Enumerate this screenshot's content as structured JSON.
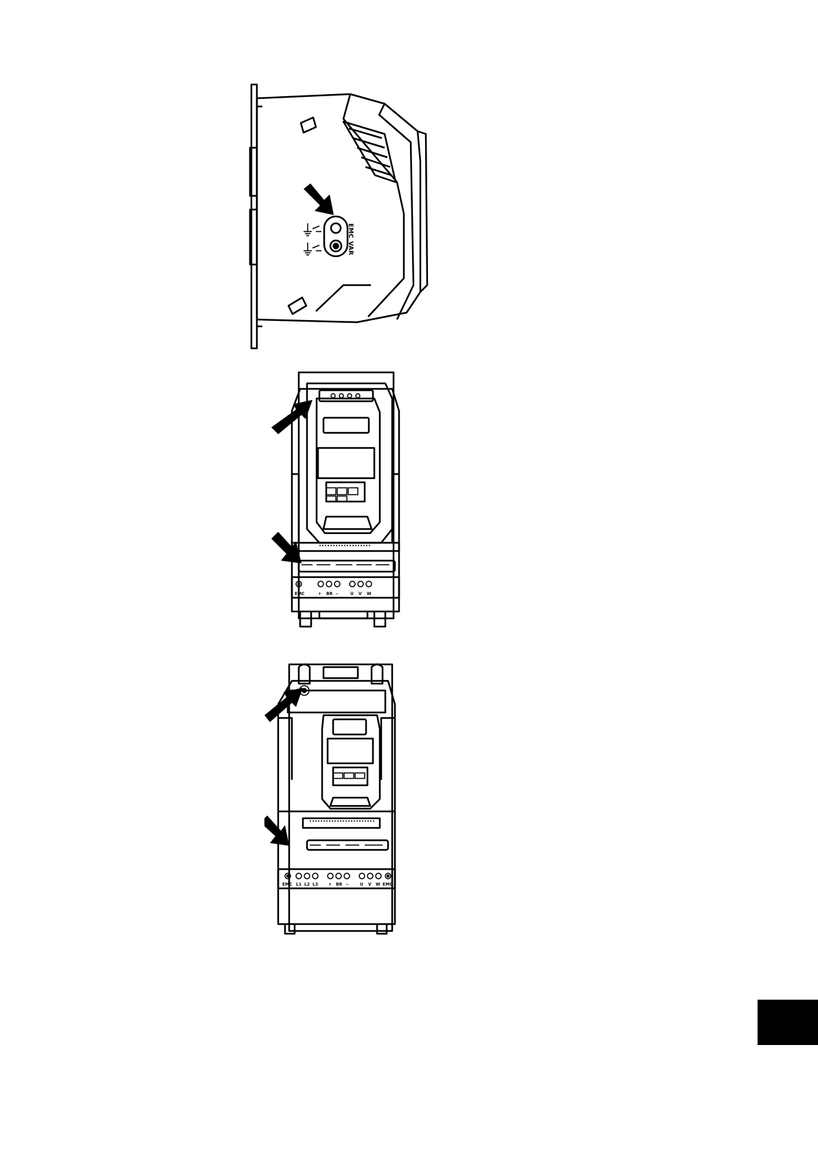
{
  "side_view": {
    "emc_label": "EMC",
    "var_label": "VAR"
  },
  "front_view_small": {
    "terminals": [
      "EMC",
      "+",
      "BR",
      "−",
      "U",
      "V",
      "W"
    ]
  },
  "front_view_large": {
    "terminals": [
      "EMC",
      "L1",
      "L2",
      "L3",
      "+",
      "BR",
      "−",
      "U",
      "V",
      "W",
      "EMC"
    ]
  },
  "colors": {
    "ink": "#000000",
    "paper": "#ffffff",
    "tab": "#000000"
  },
  "icons": [
    "arrow-icon",
    "ground-icon",
    "screw-icon"
  ]
}
